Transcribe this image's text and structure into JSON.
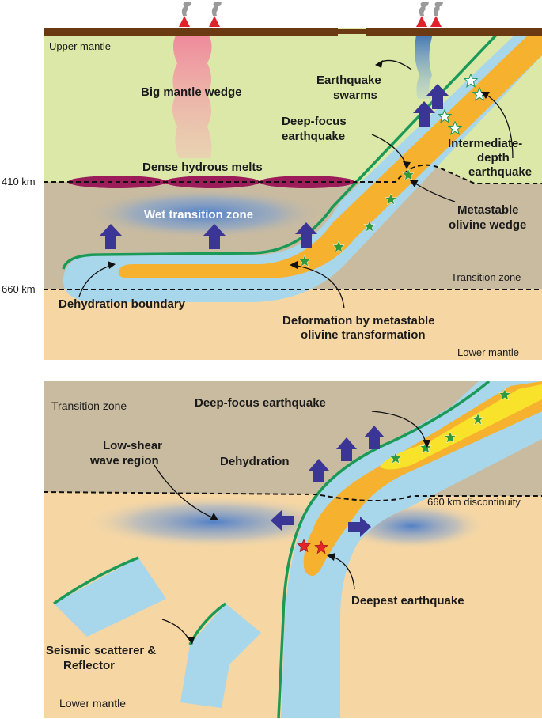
{
  "top_panel": {
    "zones": {
      "upper_mantle": "Upper mantle",
      "transition_zone": "Transition zone",
      "lower_mantle": "Lower mantle"
    },
    "depths": {
      "d410": "410 km",
      "d660": "660 km"
    },
    "labels": {
      "big_mantle_wedge": "Big mantle wedge",
      "earthquake_swarms_1": "Earthquake",
      "earthquake_swarms_2": "swarms",
      "deep_focus_1": "Deep-focus",
      "deep_focus_2": "earthquake",
      "intermediate_1": "Intermediate-",
      "intermediate_2": "depth",
      "intermediate_3": "earthquake",
      "dense_hydrous_melts": "Dense hydrous melts",
      "wet_transition_zone": "Wet transition zone",
      "metastable_wedge_1": "Metastable",
      "metastable_wedge_2": "olivine wedge",
      "dehydration_boundary": "Dehydration boundary",
      "deformation_1": "Deformation by metastable",
      "deformation_2": "olivine transformation"
    }
  },
  "bottom_panel": {
    "zones": {
      "transition_zone": "Transition zone",
      "lower_mantle": "Lower mantle"
    },
    "labels": {
      "deep_focus": "Deep-focus earthquake",
      "low_shear_1": "Low-shear",
      "low_shear_2": "wave region",
      "dehydration": "Dehydration",
      "discontinuity": "660 km discontinuity",
      "deepest_earthquake": "Deepest earthquake",
      "scatterer_1": "Seismic scatterer &",
      "scatterer_2": "Reflector"
    }
  },
  "colors": {
    "upper_mantle": "#dbe8a8",
    "transition_zone": "#c9bba0",
    "lower_mantle": "#f6d7a4",
    "slab": "#a8d6eb",
    "metastable": "#f6b12e",
    "slab_top_line": "#1b9a57",
    "crust": "#6b3a12",
    "melts": "#9c1c5a",
    "arrow": "#3b3596",
    "volcano": "#e0232a",
    "wedge": "#ef9aa6",
    "swarm": "#3a70b2",
    "star_green": "#2f9a3d",
    "star_red": "#e3242b"
  }
}
